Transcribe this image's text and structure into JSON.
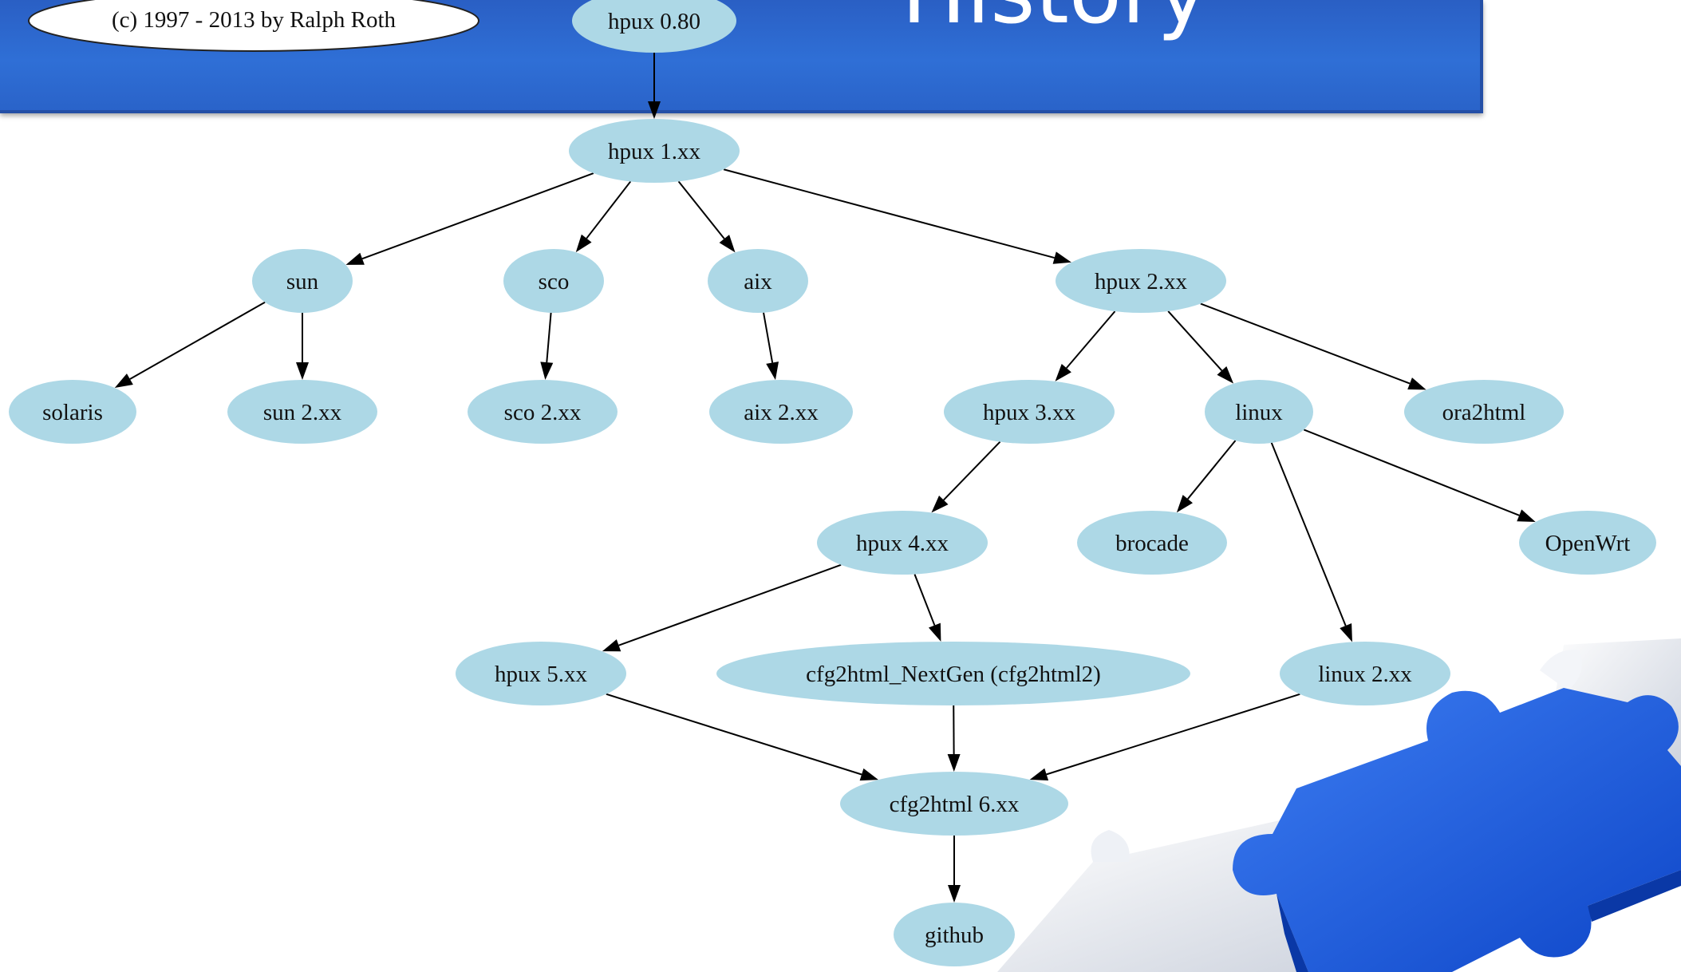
{
  "header": {
    "title": "History",
    "copyright": "(c) 1997 - 2013 by Ralph Roth",
    "band_color": "#2f6fd6"
  },
  "graph": {
    "node_color": "#add8e6",
    "nodes": [
      {
        "id": "hpux080",
        "label": "hpux 0.80"
      },
      {
        "id": "hpux1",
        "label": "hpux 1.xx"
      },
      {
        "id": "sun",
        "label": "sun"
      },
      {
        "id": "sco",
        "label": "sco"
      },
      {
        "id": "aix",
        "label": "aix"
      },
      {
        "id": "hpux2",
        "label": "hpux 2.xx"
      },
      {
        "id": "solaris",
        "label": "solaris"
      },
      {
        "id": "sun2",
        "label": "sun 2.xx"
      },
      {
        "id": "sco2",
        "label": "sco 2.xx"
      },
      {
        "id": "aix2",
        "label": "aix 2.xx"
      },
      {
        "id": "hpux3",
        "label": "hpux 3.xx"
      },
      {
        "id": "linux",
        "label": "linux"
      },
      {
        "id": "ora2html",
        "label": "ora2html"
      },
      {
        "id": "hpux4",
        "label": "hpux 4.xx"
      },
      {
        "id": "brocade",
        "label": "brocade"
      },
      {
        "id": "openwrt",
        "label": "OpenWrt"
      },
      {
        "id": "hpux5",
        "label": "hpux 5.xx"
      },
      {
        "id": "nextgen",
        "label": "cfg2html_NextGen (cfg2html2)"
      },
      {
        "id": "linux2",
        "label": "linux 2.xx"
      },
      {
        "id": "cfg6",
        "label": "cfg2html 6.xx"
      },
      {
        "id": "github",
        "label": "github"
      }
    ],
    "edges": [
      {
        "from": "hpux080",
        "to": "hpux1"
      },
      {
        "from": "hpux1",
        "to": "sun"
      },
      {
        "from": "hpux1",
        "to": "sco"
      },
      {
        "from": "hpux1",
        "to": "aix"
      },
      {
        "from": "hpux1",
        "to": "hpux2"
      },
      {
        "from": "sun",
        "to": "solaris"
      },
      {
        "from": "sun",
        "to": "sun2"
      },
      {
        "from": "sco",
        "to": "sco2"
      },
      {
        "from": "aix",
        "to": "aix2"
      },
      {
        "from": "hpux2",
        "to": "hpux3"
      },
      {
        "from": "hpux2",
        "to": "linux"
      },
      {
        "from": "hpux2",
        "to": "ora2html"
      },
      {
        "from": "hpux3",
        "to": "hpux4"
      },
      {
        "from": "linux",
        "to": "brocade"
      },
      {
        "from": "linux",
        "to": "openwrt"
      },
      {
        "from": "linux",
        "to": "linux2"
      },
      {
        "from": "hpux4",
        "to": "hpux5"
      },
      {
        "from": "hpux4",
        "to": "nextgen"
      },
      {
        "from": "hpux5",
        "to": "cfg6"
      },
      {
        "from": "nextgen",
        "to": "cfg6"
      },
      {
        "from": "linux2",
        "to": "cfg6"
      },
      {
        "from": "cfg6",
        "to": "github"
      }
    ]
  },
  "decoration": {
    "puzzle_blue": "#1f5fe0",
    "puzzle_white": "#e9ecf3"
  }
}
